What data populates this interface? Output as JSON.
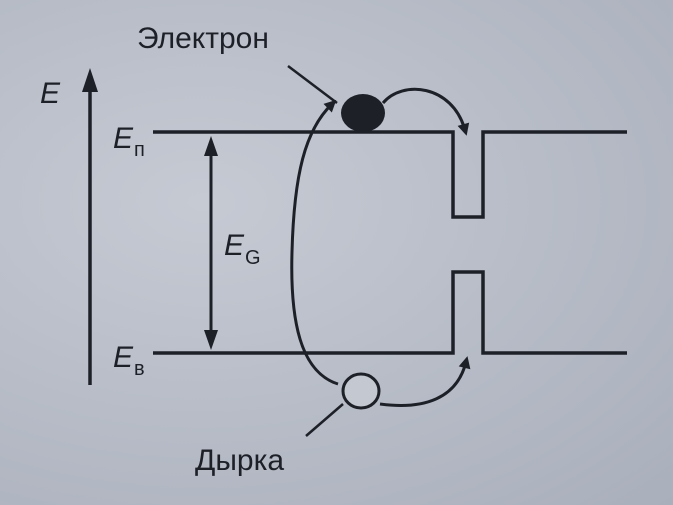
{
  "labels": {
    "energy_axis": "E",
    "conduction_band": "E",
    "conduction_sub": "п",
    "valence_band": "E",
    "valence_sub": "в",
    "band_gap": "E",
    "band_gap_sub": "G",
    "electron": "Электрон",
    "hole": "Дырка"
  },
  "colors": {
    "ink": "#1e2028",
    "background": "#b9bec8",
    "electron_fill": "#1e2028",
    "hole_fill": "#c4c8d1"
  }
}
